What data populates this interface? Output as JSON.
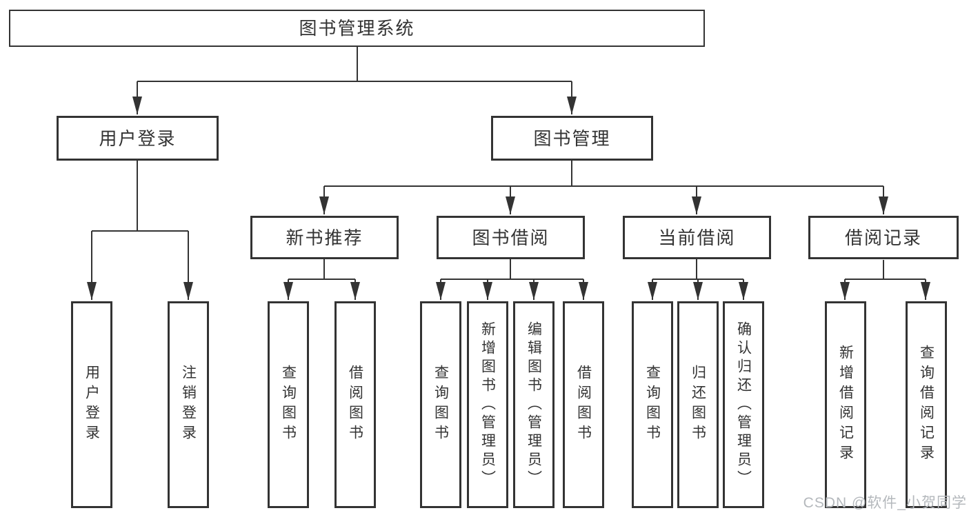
{
  "diagram": {
    "title": "图书管理系统",
    "root": {
      "label": "图书管理系统"
    },
    "level2": [
      {
        "label": "用户登录"
      },
      {
        "label": "图书管理"
      }
    ],
    "level3": [
      {
        "label": "新书推荐",
        "parent": "图书管理"
      },
      {
        "label": "图书借阅",
        "parent": "图书管理"
      },
      {
        "label": "当前借阅",
        "parent": "图书管理"
      },
      {
        "label": "借阅记录",
        "parent": "图书管理"
      }
    ],
    "leaves": [
      {
        "label": "用户登录",
        "parent": "用户登录"
      },
      {
        "label": "注销登录",
        "parent": "用户登录"
      },
      {
        "label": "查询图书",
        "parent": "新书推荐"
      },
      {
        "label": "借阅图书",
        "parent": "新书推荐"
      },
      {
        "label": "查询图书",
        "parent": "图书借阅"
      },
      {
        "label": "新增图书（管理员）",
        "parent": "图书借阅"
      },
      {
        "label": "编辑图书（管理员）",
        "parent": "图书借阅"
      },
      {
        "label": "借阅图书",
        "parent": "图书借阅"
      },
      {
        "label": "查询图书",
        "parent": "当前借阅"
      },
      {
        "label": "归还图书",
        "parent": "当前借阅"
      },
      {
        "label": "确认归还（管理员）",
        "parent": "当前借阅"
      },
      {
        "label": "新增借阅记录",
        "parent": "借阅记录"
      },
      {
        "label": "查询借阅记录",
        "parent": "借阅记录"
      }
    ]
  },
  "watermark": {
    "text": "CSDN @软件_小贺同学",
    "color": "#b4b8bc"
  },
  "colors": {
    "line": "#333333",
    "text": "#333333",
    "background": "#ffffff"
  }
}
